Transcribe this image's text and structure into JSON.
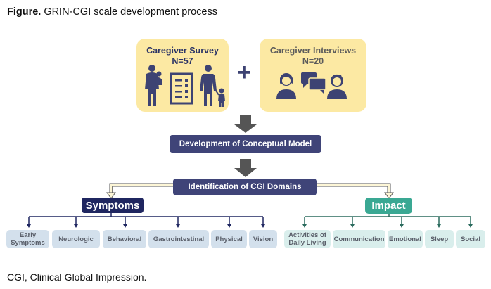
{
  "figure": {
    "title_prefix": "Figure.",
    "title_text": " GRIN-CGI scale development process",
    "footnote": "CGI, Clinical Global Impression."
  },
  "inputs": {
    "survey": {
      "title": "Caregiver Survey",
      "n": "N=57",
      "icons": [
        "mother-with-child-icon",
        "checklist-icon",
        "father-with-child-icon"
      ]
    },
    "plus": "+",
    "interviews": {
      "title": "Caregiver Interviews",
      "n": "N=20",
      "icons": [
        "female-person-icon",
        "speech-bubbles-icon",
        "male-person-icon"
      ]
    }
  },
  "steps": {
    "conceptual_model": "Development of Conceptual Model",
    "domains": "Identification of CGI Domains"
  },
  "categories": {
    "symptoms": {
      "label": "Symptoms",
      "items": [
        "Early Symptoms",
        "Neurologic",
        "Behavioral",
        "Gastrointestinal",
        "Physical",
        "Vision"
      ]
    },
    "impact": {
      "label": "Impact",
      "items": [
        "Activities of Daily Living",
        "Communication",
        "Emotional",
        "Sleep",
        "Social"
      ]
    }
  },
  "colors": {
    "yellow": "#fce9a3",
    "navy": "#3f4478",
    "dark_navy": "#1f2660",
    "teal": "#3aa893",
    "light_blue": "#d3e0ec",
    "light_teal": "#d9eeec",
    "arrow_gray": "#555555"
  }
}
